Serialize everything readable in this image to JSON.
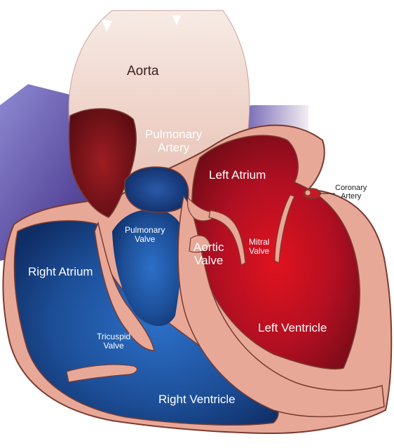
{
  "labels": {
    "aorta": "Aorta",
    "pulmonary_artery": [
      "Pulmonary",
      "Artery"
    ],
    "left_atrium": "Left Atrium",
    "coronary_artery": [
      "Coronary",
      "Artery"
    ],
    "pulmonary_valve": [
      "Pulmonary",
      "Valve"
    ],
    "aortic_valve": [
      "Aortic",
      "Valve"
    ],
    "mitral_valve": [
      "Mitral",
      "Valve"
    ],
    "right_atrium": "Right Atrium",
    "tricuspid_valve": [
      "Tricuspid",
      "Valve"
    ],
    "left_ventricle": "Left Ventricle",
    "right_ventricle": "Right Ventricle"
  },
  "colors": {
    "tissue": "#e8a898",
    "tissue_edge": "#7a3b30",
    "aorta_light": "#f2ddd5",
    "venous_blue": "#1f4f9a",
    "venous_purple": "#5b4a9c",
    "arterial_red": "#b3122a",
    "dark_red": "#6e0e16"
  }
}
